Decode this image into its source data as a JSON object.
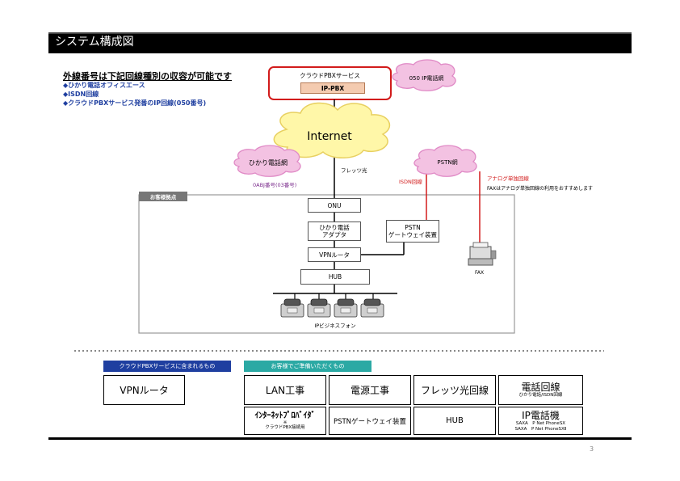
{
  "header": {
    "title": "システム構成図"
  },
  "intro": {
    "title": "外線番号は下記回線種別の収容が可能です",
    "items": [
      "◆ひかり電話オフィスエース",
      "◆ISDN回線",
      "◆クラウドPBXサービス発番のIP回線(050番号)"
    ]
  },
  "diagram": {
    "cloud_pbx_service": "クラウドPBXサービス",
    "ip_pbx": "IP-PBX",
    "ip050_net": "050 IP電話網",
    "internet": "Internet",
    "hikari_net": "ひかり電話網",
    "pstn_net": "PSTN網",
    "flets_label": "フレッツ光",
    "isdn_label": "ISDN回線",
    "analog_label": "アナログ単独回線",
    "fax_note": "FAXはアナログ単独回線の利用をおすすめします",
    "number_label": "0ABJ番号(03番号)",
    "site_label": "お客様拠点",
    "onu": "ONU",
    "adapter_line1": "ひかり電話",
    "adapter_line2": "アダプタ",
    "pstn_gw_line1": "PSTN",
    "pstn_gw_line2": "ゲートウェイ装置",
    "vpn_router": "VPNルータ",
    "hub": "HUB",
    "fax": "FAX",
    "phones_label": "IPビジネスフォン"
  },
  "legend": {
    "included_header": "クラウドPBXサービスに含まれるもの",
    "customer_header": "お客様でご準備いただくもの",
    "included_item": "VPNルータ",
    "tiles": {
      "lan": "LAN工事",
      "power": "電源工事",
      "flets": "フレッツ光回線",
      "phone_line": "電話回線",
      "phone_line_sub": "ひかり電話/ISDN回線",
      "isp": "ｲﾝﾀｰﾈｯﾄﾌﾟﾛﾊﾞｲﾀﾞ",
      "isp_sub_mark": "※",
      "isp_sub": "クラウドPBX接続用",
      "pstn_gw": "PSTNゲートウェイ装置",
      "hub": "HUB",
      "ip_phone": "IP電話機",
      "ip_phone_sub1": "SAXA　P Net PhoneSX",
      "ip_phone_sub2": "SAXA　P Net PhoneSXⅡ"
    }
  },
  "footer": {
    "page_number": "3"
  },
  "colors": {
    "legend_blue": "#1f3fa0",
    "legend_teal": "#2ba9a4",
    "cloud_yellow": "#fff7a8",
    "cloud_pink": "#f3c2e2",
    "line_red": "#d21b1b"
  }
}
